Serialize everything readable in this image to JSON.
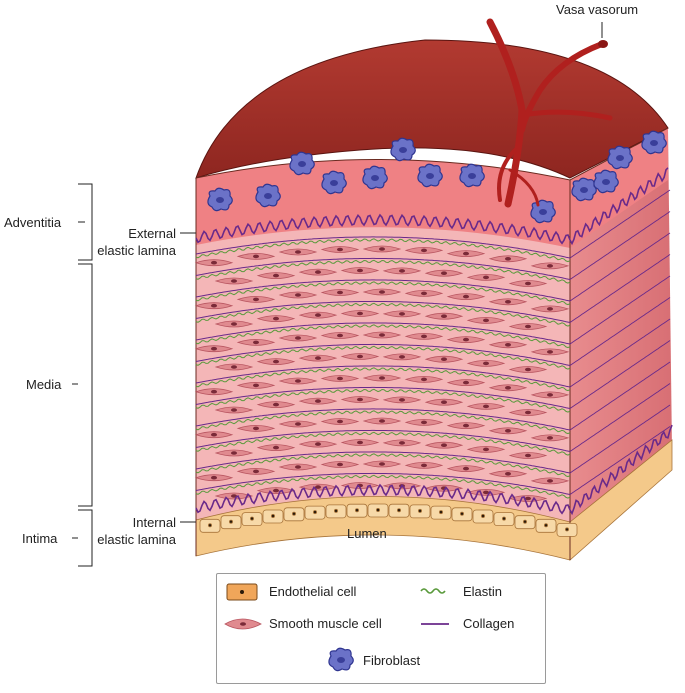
{
  "labels": {
    "vasa_vasorum": "Vasa vasorum",
    "adventitia": "Adventitia",
    "media": "Media",
    "intima": "Intima",
    "external_elastic_lamina": [
      "External",
      "elastic lamina"
    ],
    "internal_elastic_lamina": [
      "Internal",
      "elastic lamina"
    ],
    "lumen": "Lumen"
  },
  "legend": {
    "endothelial_cell": "Endothelial cell",
    "elastin": "Elastin",
    "smooth_muscle_cell": "Smooth muscle cell",
    "collagen": "Collagen",
    "fibroblast": "Fibroblast"
  },
  "colors": {
    "adventitia_top": "#a3302a",
    "adventitia_band": "#f0888a",
    "media_fill": "#f4b6b7",
    "smooth_muscle": "#e08a8f",
    "elastin": "#5a9a3c",
    "collagen": "#6a2a8a",
    "endothelium": "#f4c98a",
    "fibroblast": "#6b72c8",
    "vessel": "#b0201e"
  }
}
